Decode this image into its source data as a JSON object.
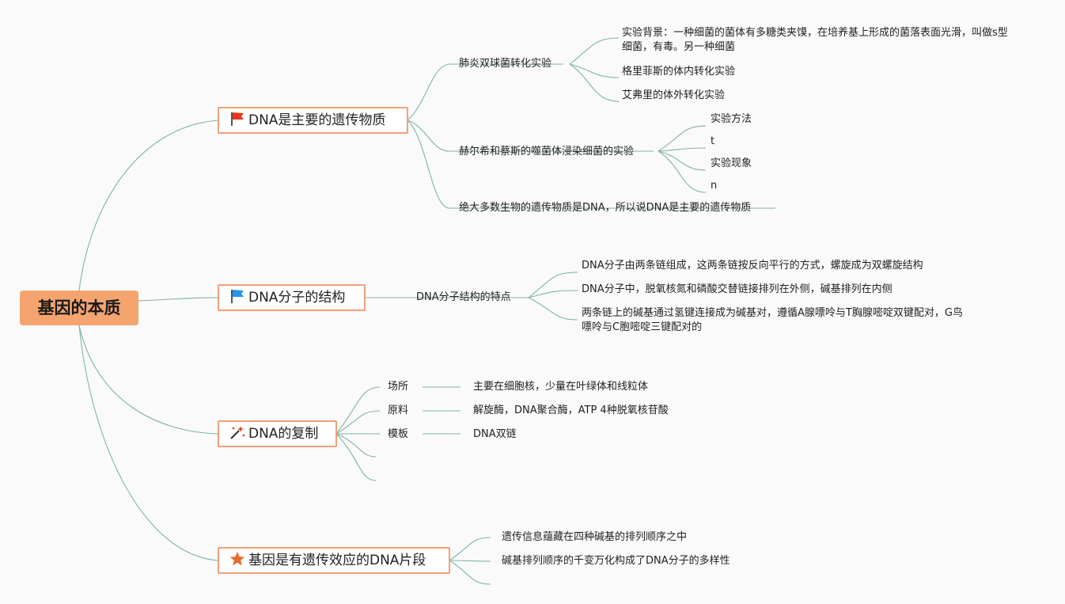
{
  "root": {
    "label": "基因的本质"
  },
  "branches": [
    {
      "label": "DNA是主要的遗传物质",
      "icon": "red-flag-icon",
      "children": [
        {
          "label": "肺炎双球菌转化实验",
          "children": [
            "实验背景：一种细菌的菌体有多糖类夹馍，在培养基上形成的菌落表面光滑，叫做s型细菌，有毒。另一种细菌",
            "格里菲斯的体内转化实验",
            "艾弗里的体外转化实验"
          ]
        },
        {
          "label": "赫尔希和蔡斯的噬菌体浸染细菌的实验",
          "children": [
            "实验方法",
            "t",
            "实验现象",
            "n"
          ]
        },
        {
          "label": "绝大多数生物的遗传物质是DNA，所以说DNA是主要的遗传物质"
        }
      ]
    },
    {
      "label": "DNA分子的结构",
      "icon": "blue-flag-icon",
      "children": [
        {
          "label": "DNA分子结构的特点",
          "children": [
            "DNA分子由两条链组成，这两条链按反向平行的方式，螺旋成为双螺旋结构",
            "DNA分子中，脱氧核氮和磷酸交替链接排列在外侧，碱基排列在内侧",
            "两条链上的碱基通过氢键连接成为碱基对，遵循A腺嘌呤与T胸腺嘧啶双键配对，G鸟嘌呤与C胞嘧啶三键配对的"
          ]
        }
      ]
    },
    {
      "label": "DNA的复制",
      "icon": "magic-wand-icon",
      "children": [
        {
          "label": "场所",
          "value": "主要在细胞核，少量在叶绿体和线粒体"
        },
        {
          "label": "原料",
          "value": "解旋酶，DNA聚合酶，ATP 4种脱氧核苷酸"
        },
        {
          "label": "模板",
          "value": "DNA双链"
        },
        {
          "label": ""
        },
        {
          "label": ""
        }
      ]
    },
    {
      "label": "基因是有遗传效应的DNA片段",
      "icon": "star-icon",
      "children": [
        {
          "label": "遗传信息蕴藏在四种碱基的排列顺序之中"
        },
        {
          "label": "碱基排列顺序的千变万化构成了DNA分子的多样性"
        },
        {
          "label": ""
        }
      ]
    }
  ],
  "colors": {
    "root_fill": "#f4a46f",
    "branch_border": "#f0a07a",
    "connector": "#7fb3a6",
    "red_flag": "#e8341c",
    "blue_flag": "#2196f3",
    "star": "#e96a2d"
  }
}
